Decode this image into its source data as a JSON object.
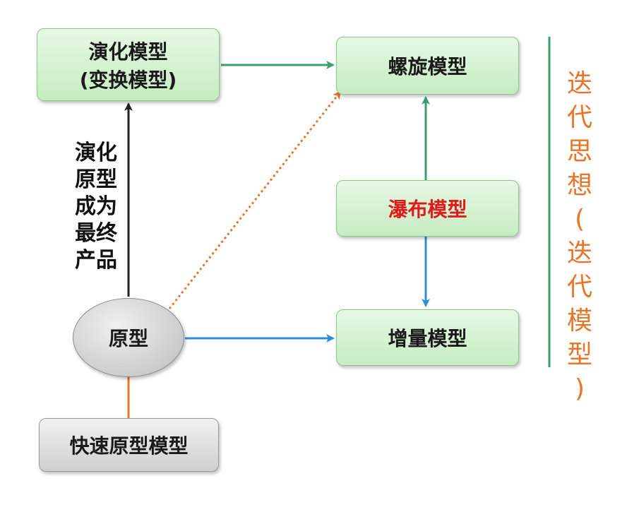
{
  "nodes": {
    "evolution": {
      "line1": "演化模型",
      "line2": "(变换模型)"
    },
    "spiral": {
      "label": "螺旋模型"
    },
    "waterfall": {
      "label": "瀑布模型",
      "color": "#e11a1a"
    },
    "incremental": {
      "label": "增量模型"
    },
    "prototype": {
      "label": "原型"
    },
    "rapid": {
      "label": "快速原型模型"
    }
  },
  "edge_label": [
    "演化",
    "原型",
    "成为",
    "最终",
    "产品"
  ],
  "side_title": [
    "迭",
    "代",
    "思",
    "想",
    "(",
    "迭",
    "代",
    "模",
    "型",
    ")"
  ],
  "colors": {
    "green_arrow": "#3a9e6e",
    "blue_arrow": "#2e8fd6",
    "black_arrow": "#222222",
    "orange": "#e8752a"
  }
}
